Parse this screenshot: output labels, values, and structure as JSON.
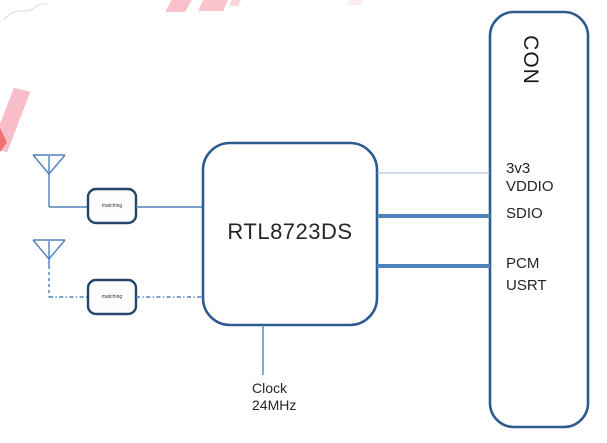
{
  "diagram": {
    "chip_label": "RTL8723DS",
    "connector_label": "CON",
    "matching_boxes": [
      {
        "label": "matching"
      },
      {
        "label": "matching"
      }
    ],
    "pins": {
      "power_3v3": "3v3",
      "power_vddio": "VDDIO",
      "sdio": "SDIO",
      "pcm": "PCM",
      "usrt": "USRT"
    },
    "clock": {
      "name": "Clock",
      "frequency": "24MHz"
    }
  },
  "colors": {
    "block_border": "#2e5b8f",
    "matching_border": "#24466e",
    "connection_line": "#4f81bd",
    "thin_line": "#9ab4d4",
    "text": "#262626",
    "watermark_pink": "#f9bfca",
    "watermark_red": "#ee7272"
  }
}
